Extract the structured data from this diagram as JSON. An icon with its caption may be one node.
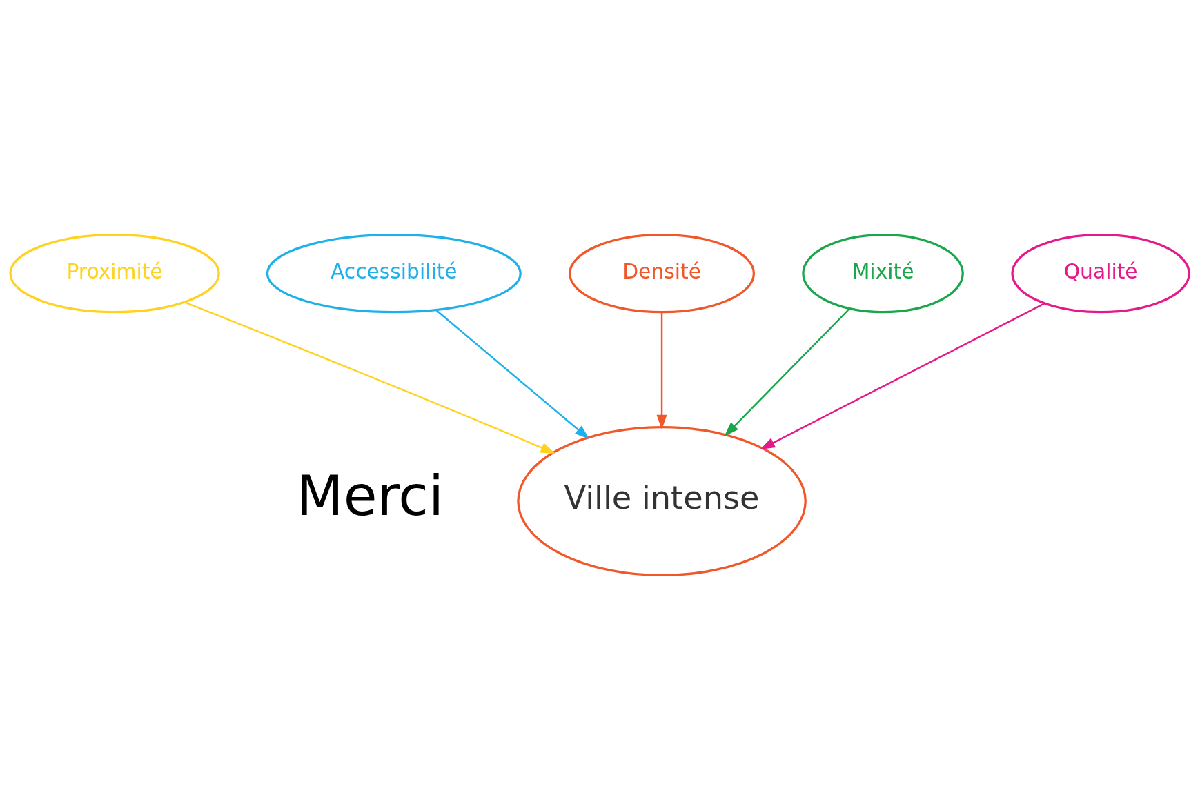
{
  "diagram": {
    "nodes": [
      {
        "text": [
          "Densité"
        ]
      },
      {
        "text": [
          "Proximité"
        ]
      },
      {
        "text": [
          "Mixité"
        ]
      },
      {
        "text": [
          "Accessibilité"
        ]
      },
      {
        "text": [
          "Qualité"
        ]
      },
      {
        "text": [
          "Ville intense"
        ]
      }
    ],
    "edges": [
      {
        "from": 0,
        "to": 5,
        "arrow": "to",
        "color": "#f0582a"
      },
      {
        "from": 1,
        "to": 5,
        "arrow": "to",
        "color": "#ffd21f"
      },
      {
        "from": 2,
        "to": 5,
        "arrow": "to",
        "color": "#1aa64b"
      },
      {
        "from": 3,
        "to": 5,
        "arrow": "to",
        "color": "#1fb0ea"
      },
      {
        "from": 4,
        "to": 5,
        "arrow": "to",
        "color": "#e6198a"
      }
    ],
    "labels": [
      "Merci"
    ]
  }
}
